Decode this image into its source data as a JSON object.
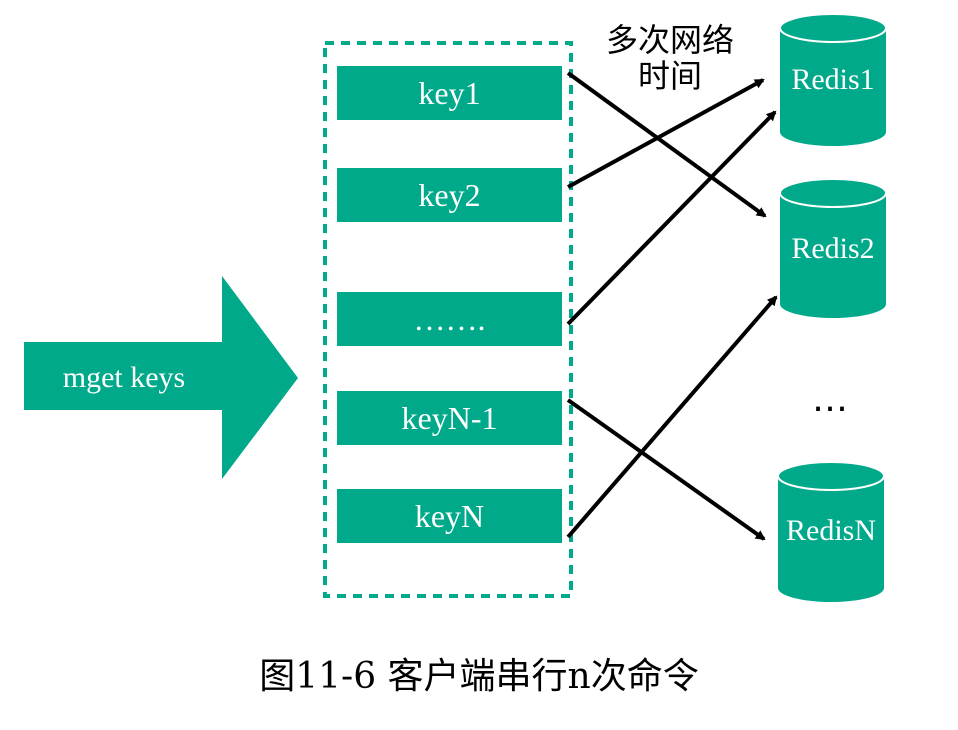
{
  "input_arrow": {
    "label": "mget keys"
  },
  "keys": [
    {
      "label": "key1"
    },
    {
      "label": "key2"
    },
    {
      "label": "……."
    },
    {
      "label": "keyN-1"
    },
    {
      "label": "keyN"
    }
  ],
  "redis_nodes": [
    {
      "label": "Redis1"
    },
    {
      "label": "Redis2"
    },
    {
      "label": "RedisN"
    }
  ],
  "more_nodes_label": "…",
  "network_label_line1": "多次网络",
  "network_label_line2": "时间",
  "caption": "图11-6 客户端串行n次命令",
  "colors": {
    "accent": "#00a98a",
    "line": "#000000",
    "text_on_accent": "#ffffff"
  }
}
